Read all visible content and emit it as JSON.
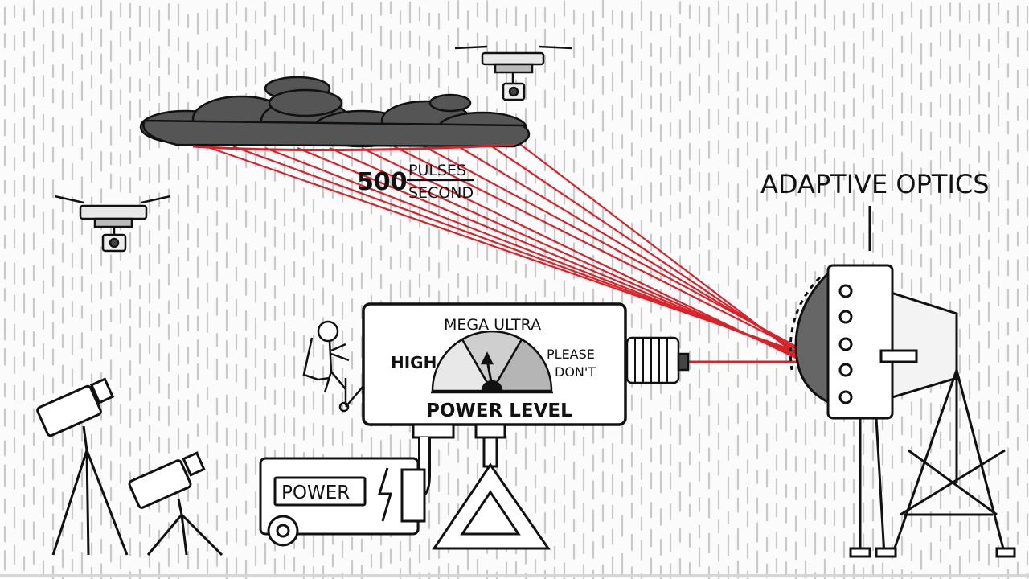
{
  "beam": {
    "rate_number": "500",
    "rate_top": "PULSES",
    "rate_bottom": "SECOND"
  },
  "callout": {
    "label": "ADAPTIVE OPTICS"
  },
  "gauge": {
    "level_high": "HIGH",
    "level_mega": "MEGA ULTRA",
    "level_please": "PLEASE",
    "level_dont": "DON'T",
    "caption": "POWER LEVEL"
  },
  "generator": {
    "label": "POWER"
  },
  "colors": {
    "laser": "#d8232a",
    "cloud": "#555555",
    "ink": "#111111",
    "rain": "#c9c9c9"
  }
}
